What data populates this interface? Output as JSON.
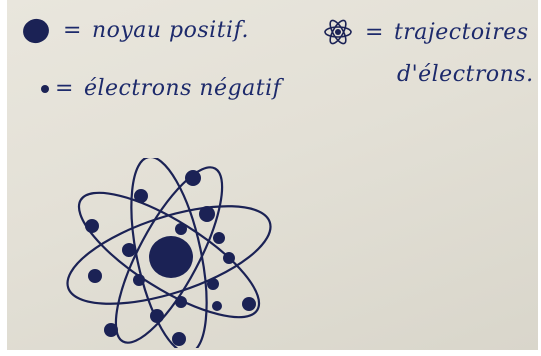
{
  "legend": {
    "nucleus": {
      "symbol": "=",
      "label": "noyau positif."
    },
    "electron": {
      "symbol": "=",
      "label": "électrons négatif"
    },
    "trajectory": {
      "symbol": "=",
      "label": "trajectoires",
      "label_cont": "d'électrons."
    }
  },
  "colors": {
    "ink": "#1b2255",
    "ink_text": "#1d2a6b",
    "paper": "#e6e3da"
  },
  "icons": {
    "nucleus": "filled-circle-icon",
    "electron": "dot-icon",
    "trajectory": "atom-orbit-icon"
  }
}
